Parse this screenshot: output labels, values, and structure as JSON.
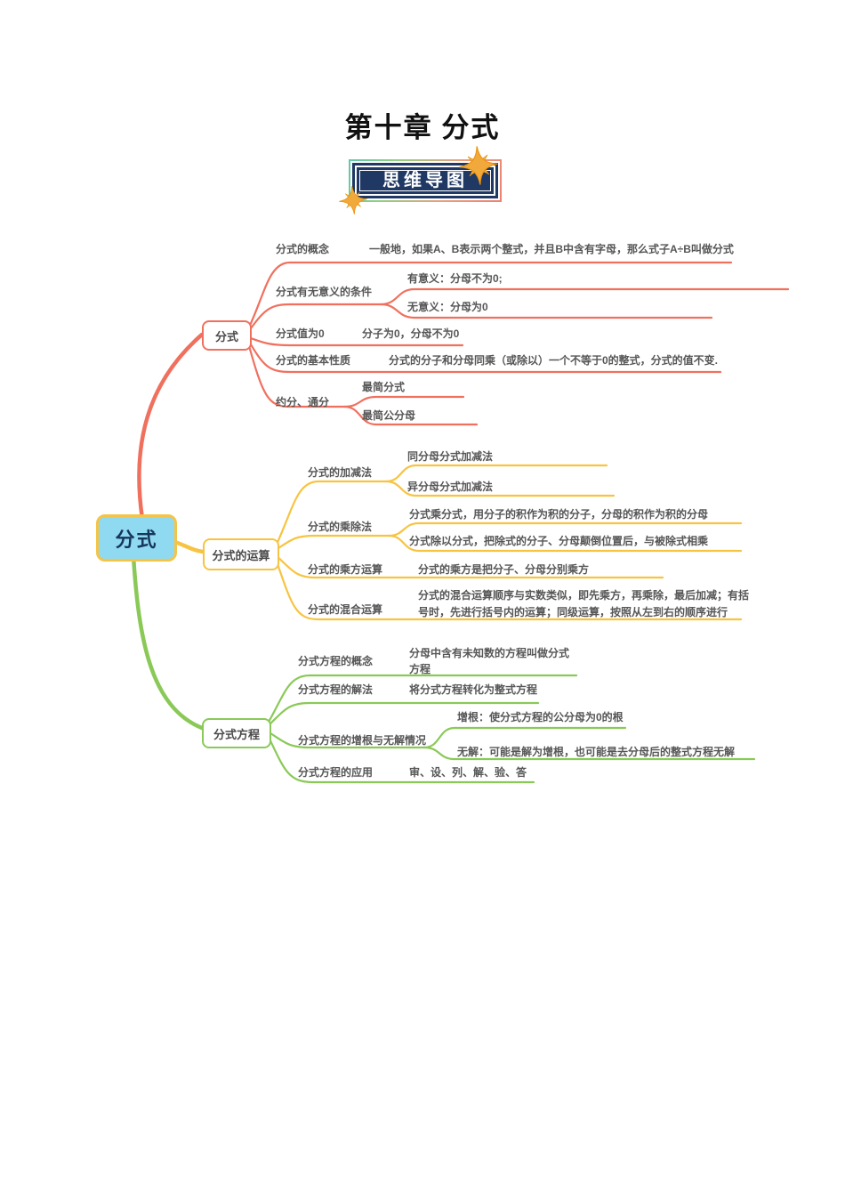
{
  "page": {
    "title": "第十章 分式",
    "badge_label": "思维导图"
  },
  "colors": {
    "root_fill": "#8FD9F1",
    "root_border": "#F6C445",
    "branch_red": "#F0705E",
    "branch_yellow": "#F7C442",
    "branch_green": "#8AC957",
    "badge_bg": "#1F3864",
    "badge_text": "#FFFFFF",
    "star_gold": "#F2A93C",
    "body_text": "#565656"
  },
  "mindmap": {
    "root_label": "分式",
    "branches": [
      {
        "label": "分式",
        "items": [
          {
            "label": "分式的概念",
            "desc": "一般地，如果A、B表示两个整式，并且B中含有字母，那么式子A÷B叫做分式"
          },
          {
            "label": "分式有无意义的条件",
            "children": [
              "有意义：分母不为0;",
              "无意义：分母为0"
            ]
          },
          {
            "label": "分式值为0",
            "desc": "分子为0，分母不为0"
          },
          {
            "label": "分式的基本性质",
            "desc": "分式的分子和分母同乘（或除以）一个不等于0的整式，分式的值不变."
          },
          {
            "label": "约分、通分",
            "children": [
              "最简分式",
              "最简公分母"
            ]
          }
        ]
      },
      {
        "label": "分式的运算",
        "items": [
          {
            "label": "分式的加减法",
            "children": [
              "同分母分式加减法",
              "异分母分式加减法"
            ]
          },
          {
            "label": "分式的乘除法",
            "children": [
              "分式乘分式，用分子的积作为积的分子，分母的积作为积的分母",
              "分式除以分式，把除式的分子、分母颠倒位置后，与被除式相乘"
            ]
          },
          {
            "label": "分式的乘方运算",
            "desc": "分式的乘方是把分子、分母分别乘方"
          },
          {
            "label": "分式的混合运算",
            "desc": "分式的混合运算顺序与实数类似，即先乘方，再乘除，最后加减；有括号时，先进行括号内的运算；同级运算，按照从左到右的顺序进行"
          }
        ]
      },
      {
        "label": "分式方程",
        "items": [
          {
            "label": "分式方程的概念",
            "desc": "分母中含有未知数的方程叫做分式方程"
          },
          {
            "label": "分式方程的解法",
            "desc": "将分式方程转化为整式方程"
          },
          {
            "label": "分式方程的增根与无解情况",
            "children": [
              "增根：使分式方程的公分母为0的根",
              "无解：可能是解为增根，也可能是去分母后的整式方程无解"
            ]
          },
          {
            "label": "分式方程的应用",
            "desc": "审、设、列、解、验、答"
          }
        ]
      }
    ]
  }
}
